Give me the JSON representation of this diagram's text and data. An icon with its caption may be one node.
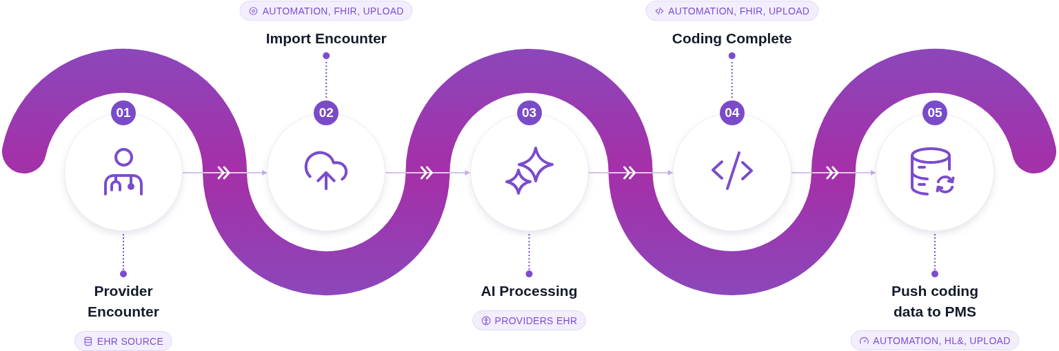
{
  "diagram": {
    "nodes": [
      {
        "text": [
          "01"
        ]
      },
      {
        "text": [
          "Provider Encounter"
        ]
      },
      {
        "text": [
          "EHR SOURCE"
        ]
      },
      {
        "text": [
          "02"
        ]
      },
      {
        "text": [
          "Import Encounter"
        ]
      },
      {
        "text": [
          "AUTOMATION, FHIR, UPLOAD"
        ]
      },
      {
        "text": [
          "03"
        ]
      },
      {
        "text": [
          "AI Processing"
        ]
      },
      {
        "text": [
          "PROVIDERS EHR"
        ]
      },
      {
        "text": [
          "04"
        ]
      },
      {
        "text": [
          "Coding Complete"
        ]
      },
      {
        "text": [
          "AUTOMATION, FHIR, UPLOAD"
        ]
      },
      {
        "text": [
          "05"
        ]
      },
      {
        "text": [
          "Push coding data to PMS"
        ]
      },
      {
        "text": [
          "AUTOMATION, HL&, UPLOAD"
        ]
      }
    ],
    "edges": [
      {
        "from": 0,
        "to": 3,
        "arrow": "to",
        "color": "#ffffff"
      },
      {
        "from": 3,
        "to": 6,
        "arrow": "to",
        "color": "#ffffff"
      },
      {
        "from": 6,
        "to": 9,
        "arrow": "to",
        "color": "#ffffff"
      },
      {
        "from": 9,
        "to": 12,
        "arrow": "to",
        "color": "#ffffff"
      },
      {
        "from": 0,
        "to": 1,
        "arrow": "other",
        "style": "dashed"
      },
      {
        "from": 3,
        "to": 4,
        "arrow": "other",
        "style": "dashed"
      },
      {
        "from": 6,
        "to": 7,
        "arrow": "other",
        "style": "dashed"
      },
      {
        "from": 9,
        "to": 10,
        "arrow": "other",
        "style": "dashed"
      },
      {
        "from": 12,
        "to": 13,
        "arrow": "other",
        "style": "dashed"
      }
    ]
  }
}
